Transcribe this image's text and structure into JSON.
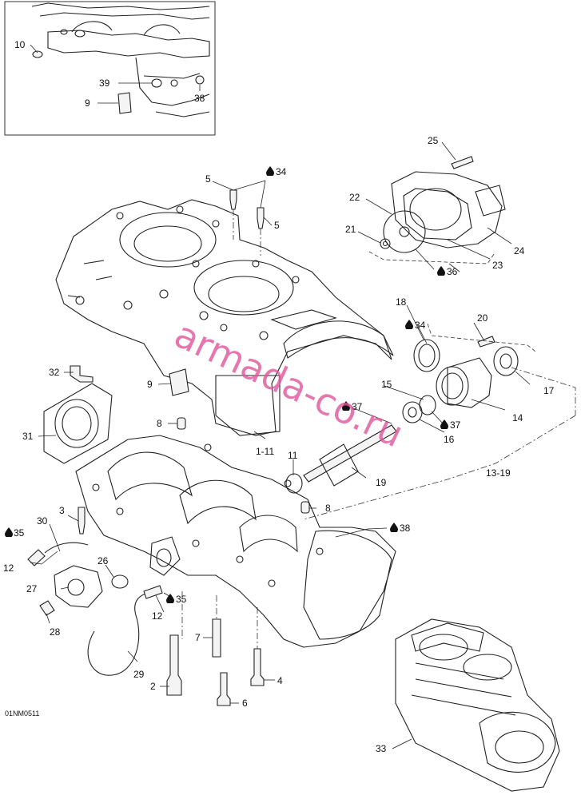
{
  "diagram_code": "01NM0511",
  "watermark": "armada-co.ru",
  "inset": {
    "callouts": [
      "10",
      "39",
      "9",
      "38"
    ]
  },
  "callouts": {
    "c1_11": "1-11",
    "c2": "2",
    "c3": "3",
    "c4": "4",
    "c5a": "5",
    "c5b": "5",
    "c6": "6",
    "c7": "7",
    "c8a": "8",
    "c8b": "8",
    "c9": "9",
    "c11": "11",
    "c12a": "12",
    "c12b": "12",
    "c13_19": "13-19",
    "c14": "14",
    "c15": "15",
    "c16": "16",
    "c17": "17",
    "c18": "18",
    "c19": "19",
    "c20": "20",
    "c21": "21",
    "c22": "22",
    "c23": "23",
    "c24": "24",
    "c25": "25",
    "c26": "26",
    "c27": "27",
    "c28": "28",
    "c29": "29",
    "c30": "30",
    "c31": "31",
    "c32": "32",
    "c33": "33",
    "c34a": "34",
    "c34b": "34",
    "c35a": "35",
    "c35b": "35",
    "c36": "36",
    "c37a": "37",
    "c37b": "37",
    "c38": "38"
  },
  "icons": {
    "sealant_drop": "sealant-drop-icon"
  }
}
